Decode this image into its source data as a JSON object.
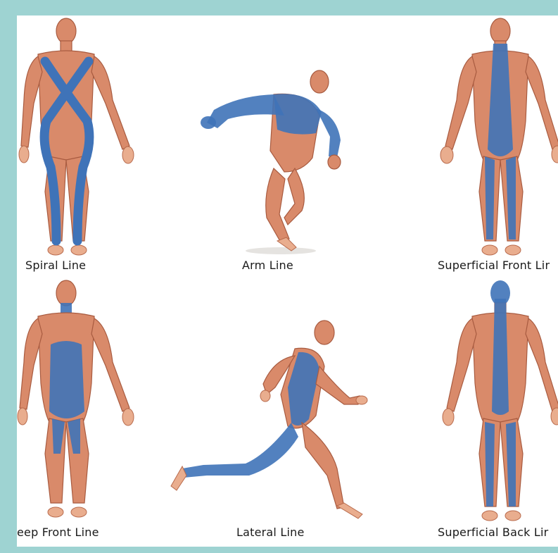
{
  "colors": {
    "frame": "#9ed3d2",
    "panel": "#ffffff",
    "muscle": "#d98a6a",
    "fascia": "#3f73b8",
    "label_text": "#1a1a1a"
  },
  "figures": [
    {
      "label": "Spiral Line",
      "pose": "front-standing",
      "icon": "anatomy-spiral-line"
    },
    {
      "label": "Arm Line",
      "pose": "reaching-runner",
      "icon": "anatomy-arm-line"
    },
    {
      "label": "Superficial Front Lir",
      "pose": "front-standing",
      "icon": "anatomy-superficial-front-line"
    },
    {
      "label": "eep Front Line",
      "pose": "front-standing",
      "icon": "anatomy-deep-front-line"
    },
    {
      "label": "Lateral Line",
      "pose": "running",
      "icon": "anatomy-lateral-line"
    },
    {
      "label": "Superficial Back Lir",
      "pose": "back-standing",
      "icon": "anatomy-superficial-back-line"
    }
  ]
}
